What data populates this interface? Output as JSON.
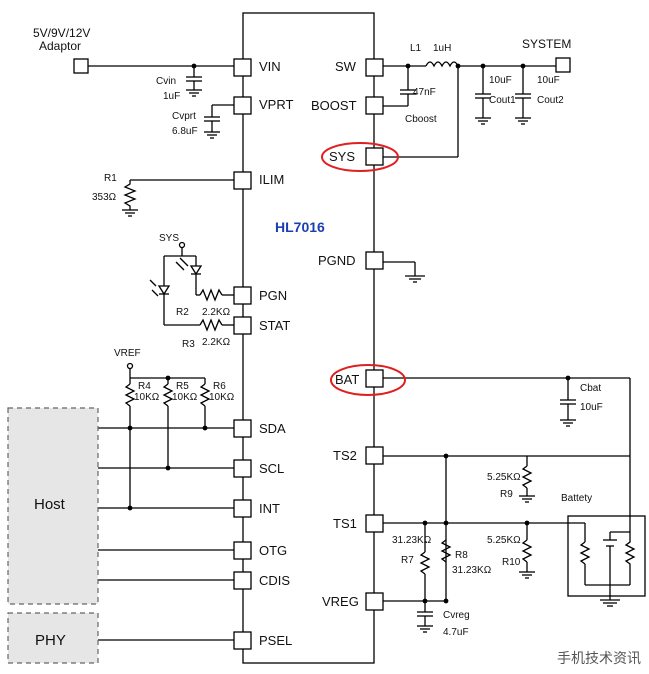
{
  "chip": {
    "name": "HL7016"
  },
  "pins_left": [
    "VIN",
    "VPRT",
    "ILIM",
    "PGN",
    "STAT",
    "SDA",
    "SCL",
    "INT",
    "OTG",
    "CDIS",
    "PSEL"
  ],
  "pins_right": [
    "SW",
    "BOOST",
    "SYS",
    "PGND",
    "BAT",
    "TS2",
    "TS1",
    "VREG"
  ],
  "labels": {
    "adaptor_1": "5V/9V/12V",
    "adaptor_2": "Adaptor",
    "cvin": "Cvin",
    "cvin_val": "1uF",
    "cvprt": "Cvprt",
    "cvprt_val": "6.8uF",
    "r1": "R1",
    "r1_val": "353Ω",
    "sys_top": "SYS",
    "r2": "R2",
    "r2_val": "2.2KΩ",
    "r3": "R3",
    "r3_val": "2.2KΩ",
    "vref": "VREF",
    "r4": "R4",
    "r4_val": "10KΩ",
    "r5": "R5",
    "r5_val": "10KΩ",
    "r6": "R6",
    "r6_val": "10KΩ",
    "l1": "L1",
    "l1_val": "1uH",
    "system": "SYSTEM",
    "cboost_val": "47nF",
    "cboost": "Cboost",
    "cout1_val": "10uF",
    "cout1": "Cout1",
    "cout2_val": "10uF",
    "cout2": "Cout2",
    "cbat": "Cbat",
    "cbat_val": "10uF",
    "r9_val": "5.25KΩ",
    "r9": "R9",
    "battery": "Battety",
    "r7_val": "31.23KΩ",
    "r7": "R7",
    "r8": "R8",
    "r8_val": "31.23KΩ",
    "r10_val": "5.25KΩ",
    "r10": "R10",
    "cvreg": "Cvreg",
    "cvreg_val": "4.7uF"
  },
  "blocks": {
    "host": "Host",
    "phy": "PHY"
  },
  "watermark": "手机技术资讯",
  "colors": {
    "highlight": "#e02020",
    "chip_name": "#1a3fb0",
    "line": "#000000",
    "dashed_box": "#666666"
  }
}
